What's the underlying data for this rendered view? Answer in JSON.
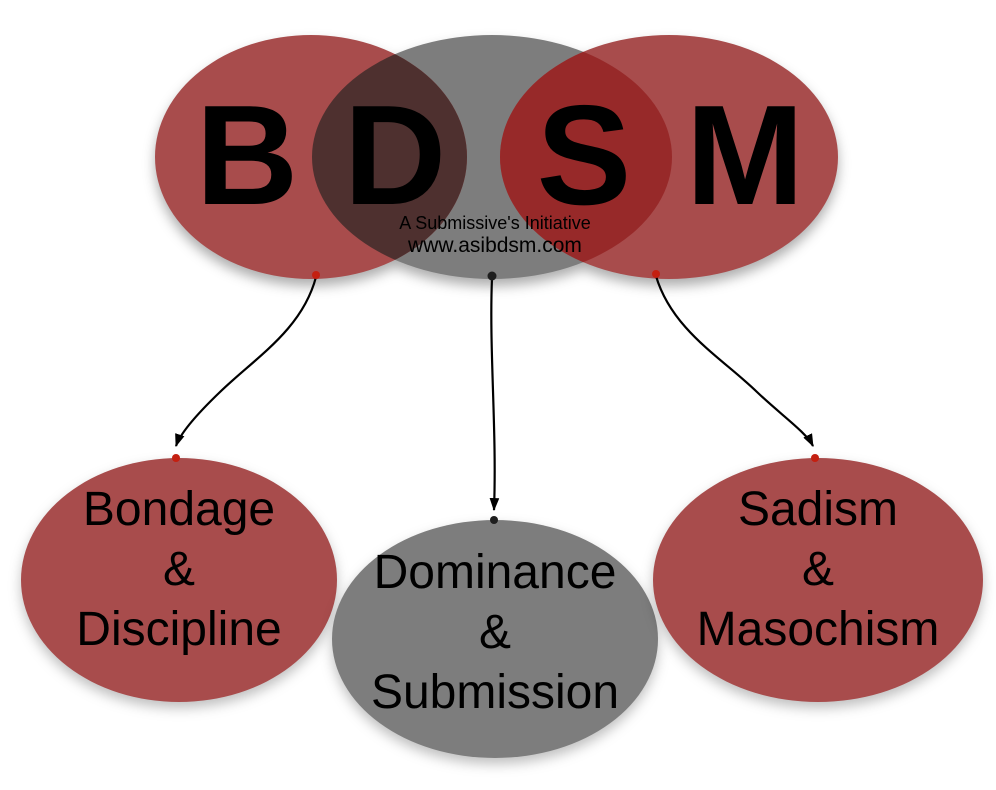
{
  "top_group": {
    "letters": [
      "B",
      "D",
      "S",
      "M"
    ],
    "subtitle": "A Submissive's Initiative",
    "website": "www.asibdsm.com"
  },
  "nodes": {
    "bondage": {
      "lines": [
        "Bondage",
        "&",
        "Discipline"
      ]
    },
    "dominance": {
      "lines": [
        "Dominance",
        "&",
        "Submission"
      ]
    },
    "sadism": {
      "lines": [
        "Sadism",
        "&",
        "Masochism"
      ]
    }
  },
  "colors": {
    "red": "#a84c4c",
    "gray": "#7d7d7d",
    "overlap_dark": "#4e302f",
    "overlap_vivid": "#972929",
    "text": "#000000",
    "arrow": "#000000",
    "glue_dot_red": "#c41f10",
    "glue_dot_dark": "#1e1e1e",
    "background": "#ffffff"
  }
}
